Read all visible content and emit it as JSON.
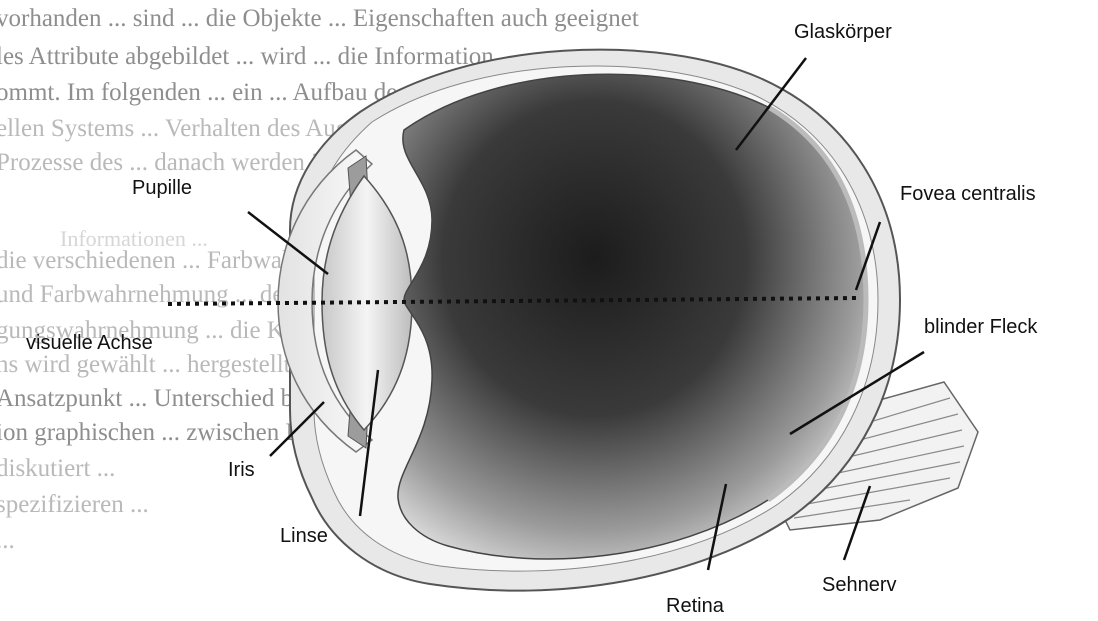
{
  "labels": {
    "glaskoerper": "Glaskörper",
    "pupille": "Pupille",
    "fovea": "Fovea centralis",
    "visuelle_achse": "visuelle Achse",
    "blinder_fleck": "blinder Fleck",
    "iris": "Iris",
    "linse": "Linse",
    "retina": "Retina",
    "sehnerv": "Sehnerv"
  },
  "colors": {
    "ink": "#111111",
    "vitreous_dark": "#2a2a2a",
    "vitreous_light": "#f0f0f0",
    "background_text": "#b9b9b9"
  }
}
